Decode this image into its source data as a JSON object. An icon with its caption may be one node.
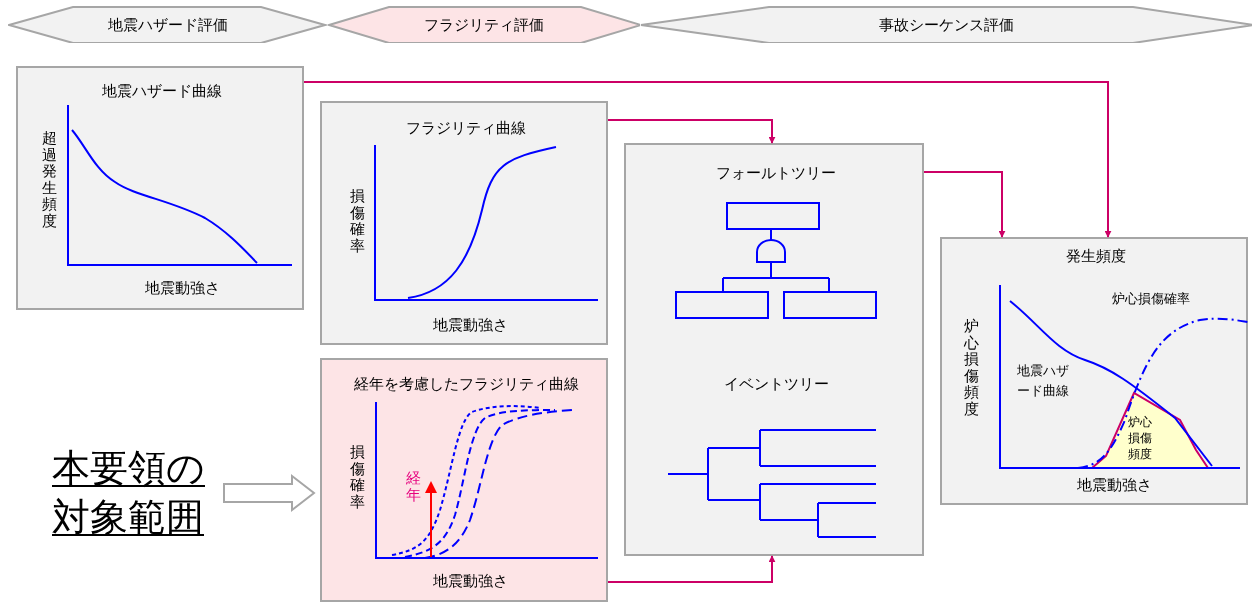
{
  "diagram": {
    "nodes": [
      {
        "text": [
          "地震ハザード評価"
        ]
      },
      {
        "text": [
          "フラジリティ評価"
        ]
      },
      {
        "text": [
          "事故シーケンス評価"
        ]
      },
      {
        "text": [
          "地震ハザード曲線",
          "超過発生頻度",
          "地震動強さ"
        ]
      },
      {
        "text": [
          "フラジリティ曲線",
          "損傷確率",
          "地震動強さ"
        ]
      },
      {
        "text": [
          "経年を考慮したフラジリティ曲線",
          "損傷確率",
          "地震動強さ",
          "経年"
        ]
      },
      {
        "text": [
          "フォールトツリー",
          "イベントツリー"
        ]
      },
      {
        "text": [
          "発生頻度",
          "炉心損傷確率",
          "炉心損傷頻度",
          "地震ハザード曲線",
          "炉心損傷頻度",
          "地震動強さ"
        ]
      },
      {
        "text": [
          "本要領の対象範囲"
        ]
      }
    ],
    "edges": [
      {
        "from": 3,
        "to": 7,
        "arrow": "to"
      },
      {
        "from": 4,
        "to": 6,
        "arrow": "to"
      },
      {
        "from": 5,
        "to": 6,
        "arrow": "to"
      },
      {
        "from": 6,
        "to": 7,
        "arrow": "to"
      },
      {
        "from": 8,
        "to": 5,
        "arrow": "to",
        "style": "thick",
        "color": "#a6a6a6"
      }
    ]
  }
}
